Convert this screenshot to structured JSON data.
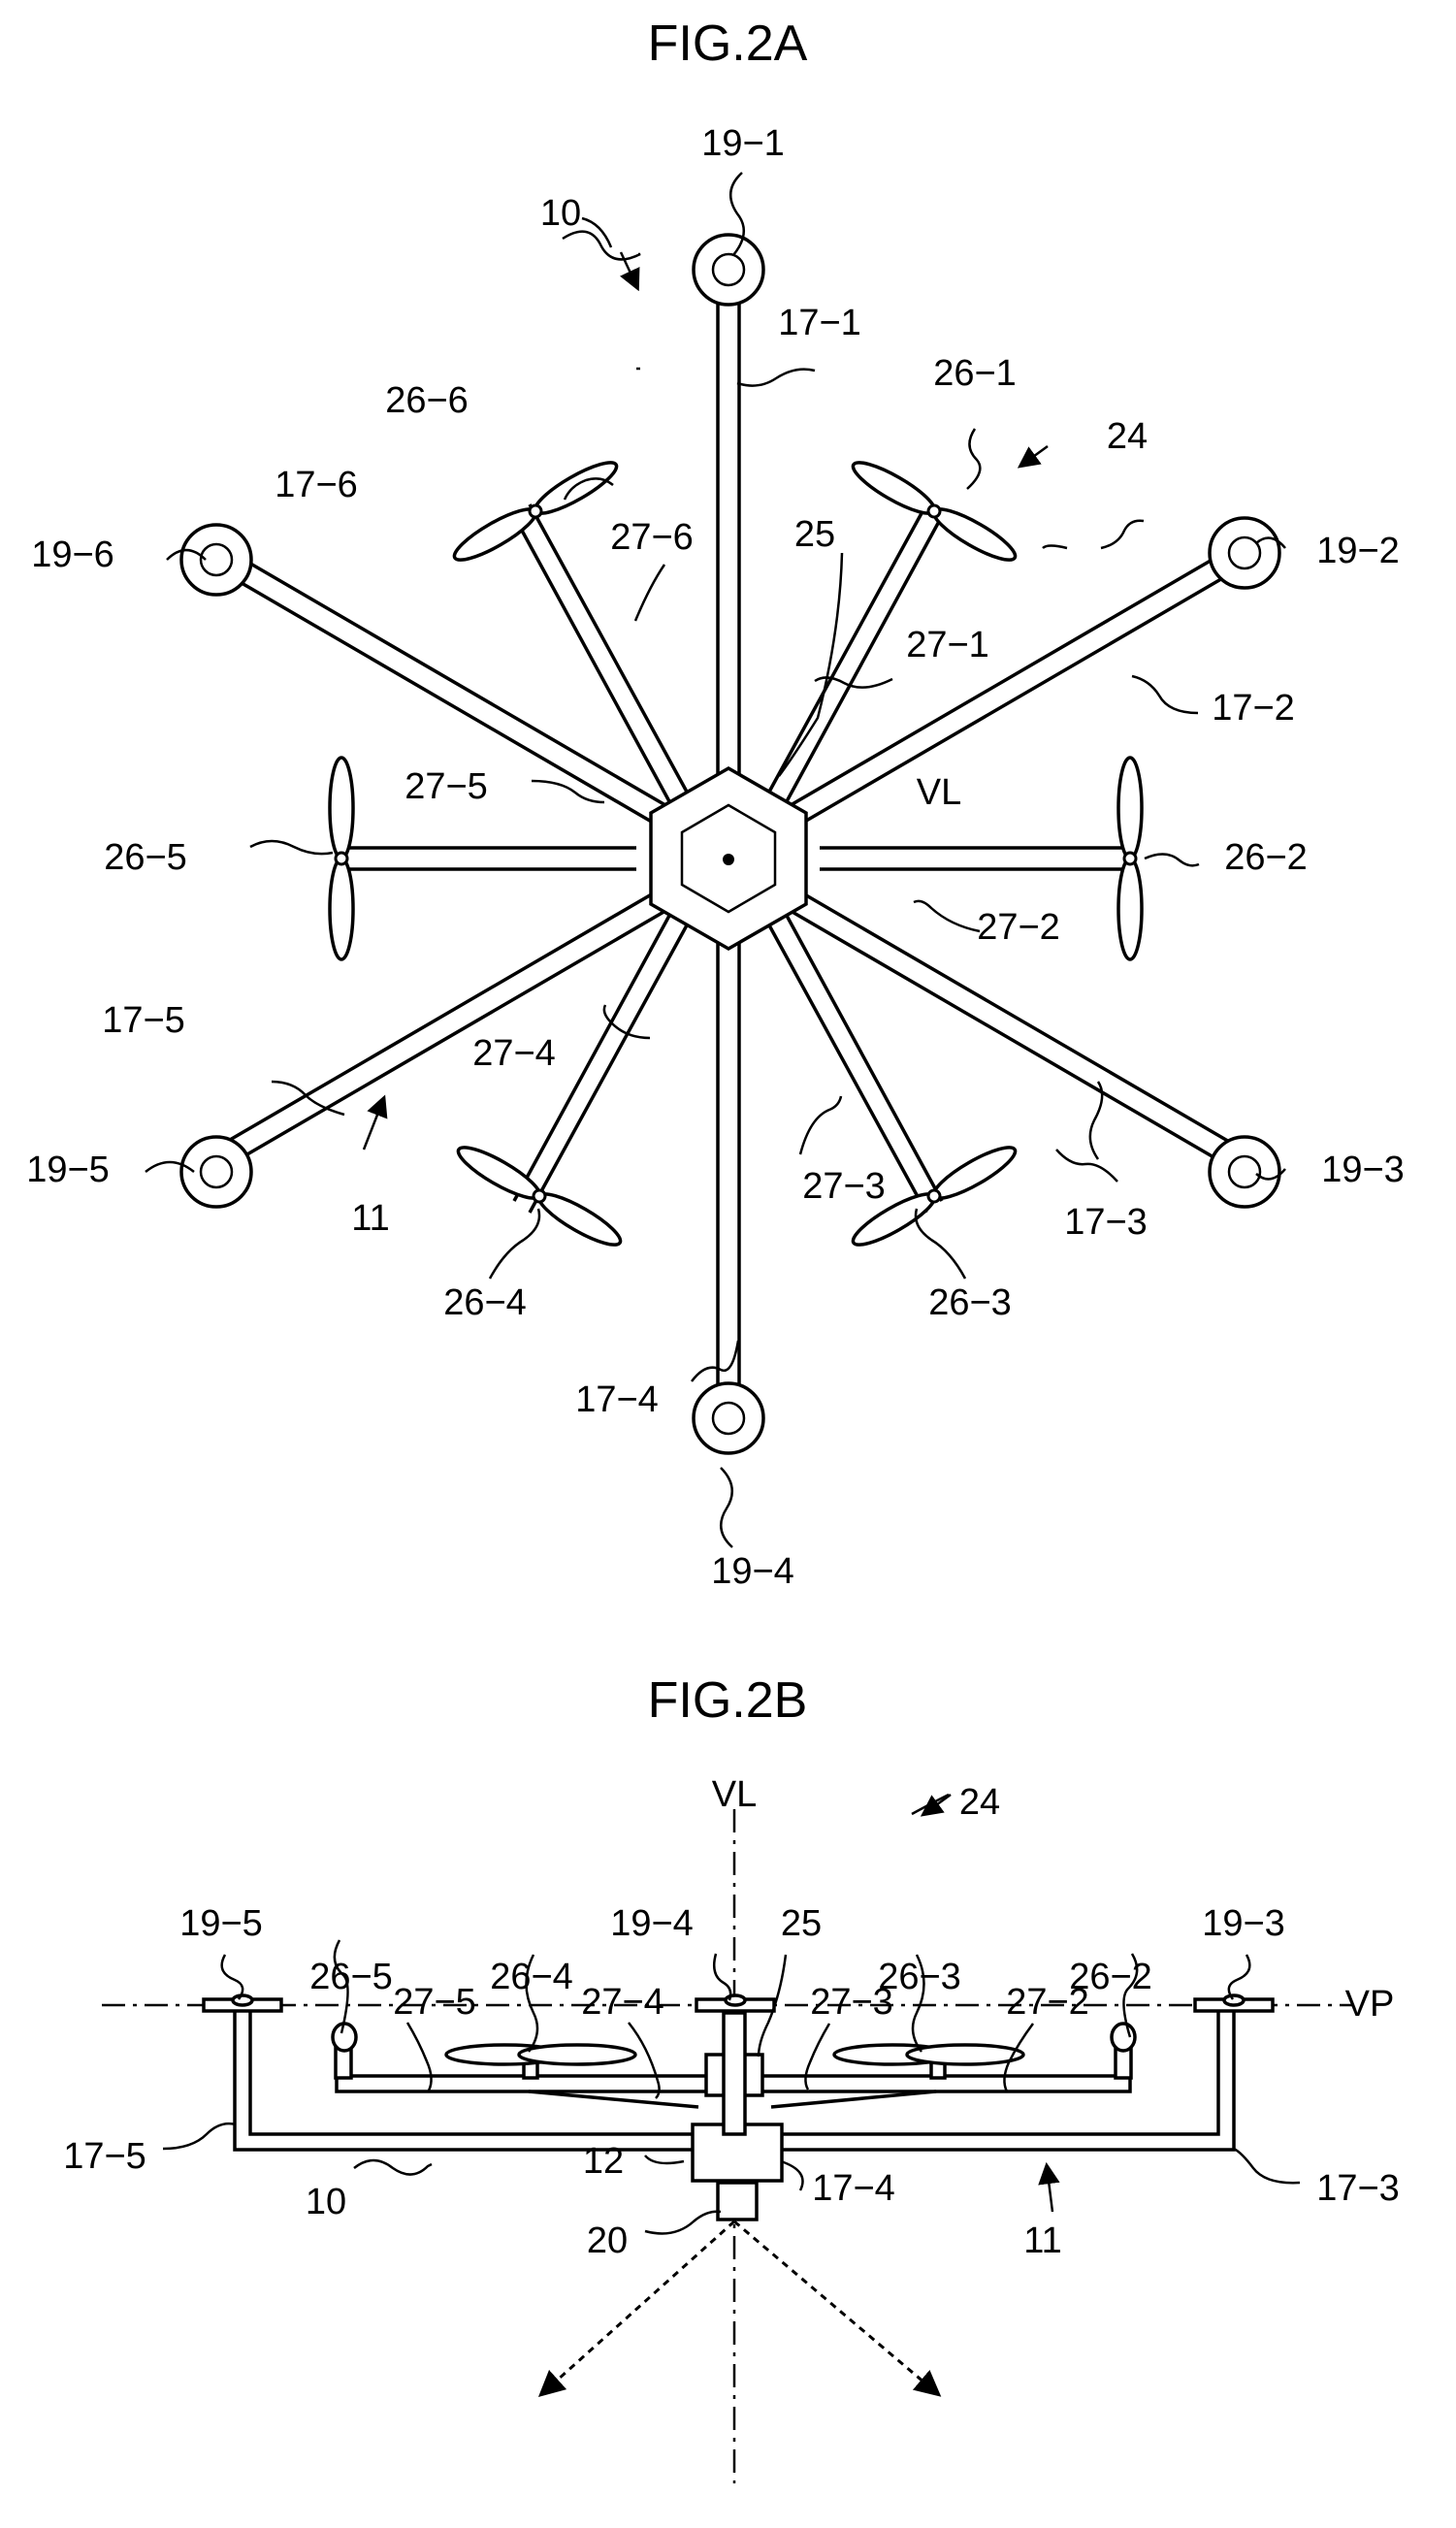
{
  "fig_a": {
    "title": "FIG.2A",
    "labels": {
      "l_10": "10",
      "l_11": "11",
      "l_24": "24",
      "l_25": "25",
      "l_vl": "VL",
      "l_19_1": "19−1",
      "l_19_2": "19−2",
      "l_19_3": "19−3",
      "l_19_4": "19−4",
      "l_19_5": "19−5",
      "l_19_6": "19−6",
      "l_17_1": "17−1",
      "l_17_2": "17−2",
      "l_17_3": "17−3",
      "l_17_4": "17−4",
      "l_17_5": "17−5",
      "l_17_6": "17−6",
      "l_26_1": "26−1",
      "l_26_2": "26−2",
      "l_26_3": "26−3",
      "l_26_4": "26−4",
      "l_26_5": "26−5",
      "l_26_6": "26−6",
      "l_27_1": "27−1",
      "l_27_2": "27−2",
      "l_27_3": "27−3",
      "l_27_4": "27−4",
      "l_27_5": "27−5",
      "l_27_6": "27−6"
    }
  },
  "fig_b": {
    "title": "FIG.2B",
    "labels": {
      "l_vl": "VL",
      "l_vp": "VP",
      "l_24": "24",
      "l_25": "25",
      "l_19_5": "19−5",
      "l_19_4": "19−4",
      "l_19_3": "19−3",
      "l_26_5": "26−5",
      "l_26_4": "26−4",
      "l_26_3": "26−3",
      "l_26_2": "26−2",
      "l_27_5": "27−5",
      "l_27_4": "27−4",
      "l_27_3": "27−3",
      "l_27_2": "27−2",
      "l_17_5": "17−5",
      "l_17_4": "17−4",
      "l_17_3": "17−3",
      "l_10": "10",
      "l_11": "11",
      "l_12": "12",
      "l_20": "20"
    }
  }
}
